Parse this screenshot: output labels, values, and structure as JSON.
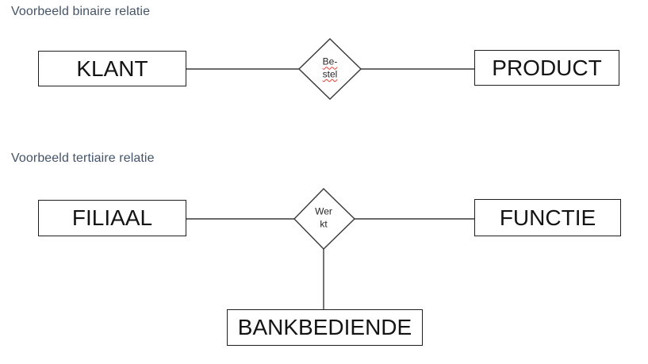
{
  "colors": {
    "background": "#ffffff",
    "title_text": "#44546a",
    "entity_border": "#1f1f1f",
    "entity_text": "#141414",
    "connector": "#383838",
    "spellcheck_underline": "#e03c31"
  },
  "diagrams": [
    {
      "title": "Voorbeeld binaire relatie",
      "entities": [
        {
          "label": "KLANT"
        },
        {
          "label": "PRODUCT"
        }
      ],
      "relation": {
        "name": "Bestel",
        "lines": [
          "Be-",
          "stel"
        ],
        "spellcheck_marked": true
      }
    },
    {
      "title": "Voorbeeld tertiaire relatie",
      "entities": [
        {
          "label": "FILIAAL"
        },
        {
          "label": "FUNCTIE"
        },
        {
          "label": "BANKBEDIENDE"
        }
      ],
      "relation": {
        "name": "Werkt",
        "lines": [
          "Wer",
          "kt"
        ],
        "spellcheck_marked": false
      }
    }
  ]
}
